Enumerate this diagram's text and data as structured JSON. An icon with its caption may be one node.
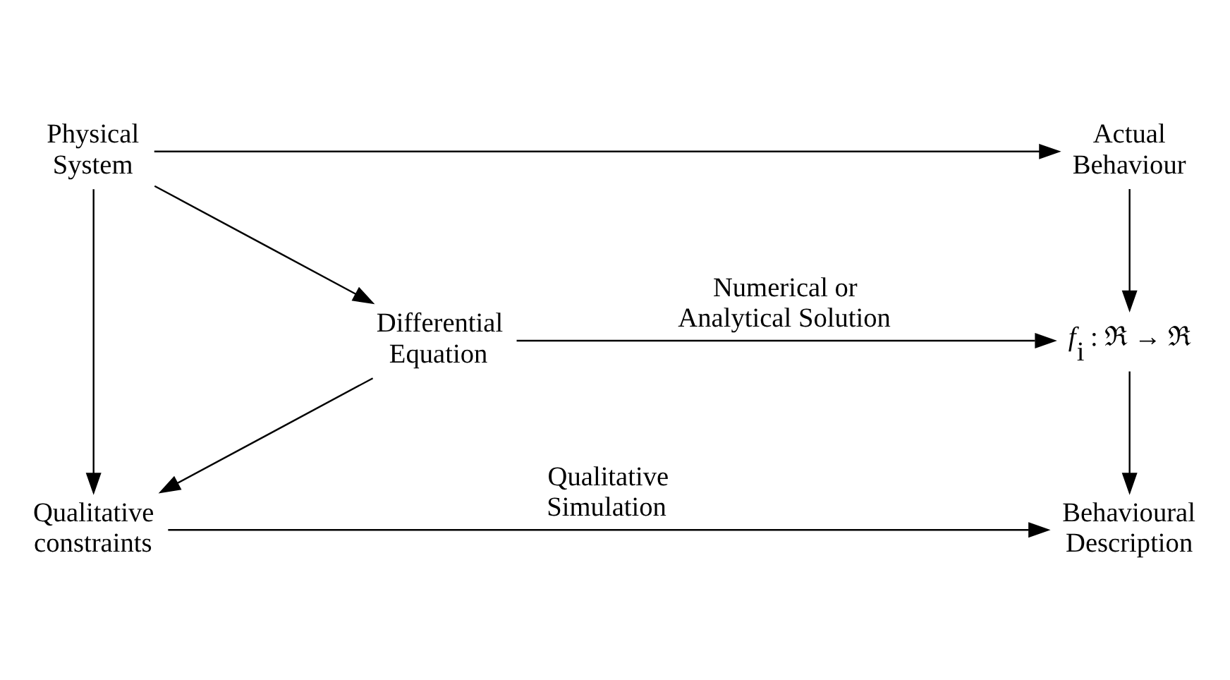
{
  "diagram": {
    "nodes": [
      {
        "text": [
          "Physical System"
        ]
      },
      {
        "text": [
          "Actual Behaviour"
        ]
      },
      {
        "text": [
          "Differential Equation"
        ]
      },
      {
        "text": [
          "*f*$_{i}$ : ℜ → ℜ"
        ]
      },
      {
        "text": [
          "Qualitative constraints"
        ]
      },
      {
        "text": [
          "Behavioural Description"
        ]
      }
    ],
    "edges": [
      {
        "from": 0,
        "to": 1,
        "arrow": "to"
      },
      {
        "from": 0,
        "to": 2,
        "arrow": "to"
      },
      {
        "from": 0,
        "to": 4,
        "arrow": "to"
      },
      {
        "from": 1,
        "to": 3,
        "arrow": "to"
      },
      {
        "from": 2,
        "to": 3,
        "arrow": "to",
        "label": "Numerical or Analytical Solution"
      },
      {
        "from": 2,
        "to": 4,
        "arrow": "to"
      },
      {
        "from": 3,
        "to": 5,
        "arrow": "to"
      },
      {
        "from": 4,
        "to": 5,
        "arrow": "to",
        "label": "Qualitative Simulation"
      }
    ]
  }
}
